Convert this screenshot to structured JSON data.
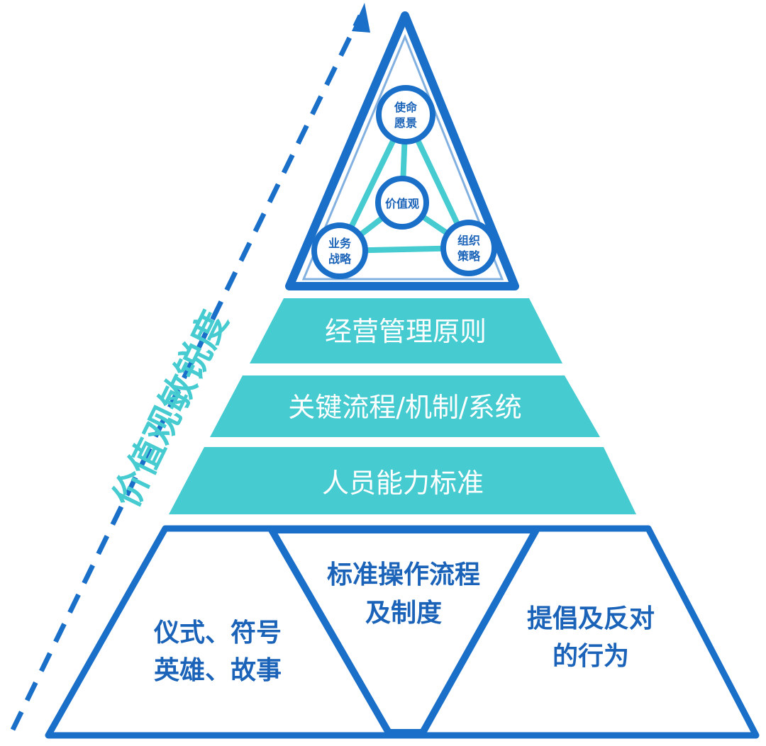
{
  "colors": {
    "outline_blue": "#1a6fc9",
    "text_blue": "#1a63b8",
    "teal": "#45cbd0"
  },
  "axis": {
    "label": "价值观敏锐度",
    "arrow_icon": "dashed-arrow-up-icon"
  },
  "apex": {
    "nodes": {
      "top": [
        "使命",
        "愿景"
      ],
      "center": "价值观",
      "left": [
        "业务",
        "战略"
      ],
      "right": [
        "组织",
        "策略"
      ]
    }
  },
  "bands": [
    {
      "label": "经营管理原则"
    },
    {
      "label": "关键流程/机制/系统"
    },
    {
      "label": "人员能力标准"
    }
  ],
  "base": {
    "left": [
      "仪式、符号",
      "英雄、故事"
    ],
    "middle": [
      "标准操作流程",
      "及制度"
    ],
    "right": [
      "提倡及反对",
      "的行为"
    ]
  }
}
